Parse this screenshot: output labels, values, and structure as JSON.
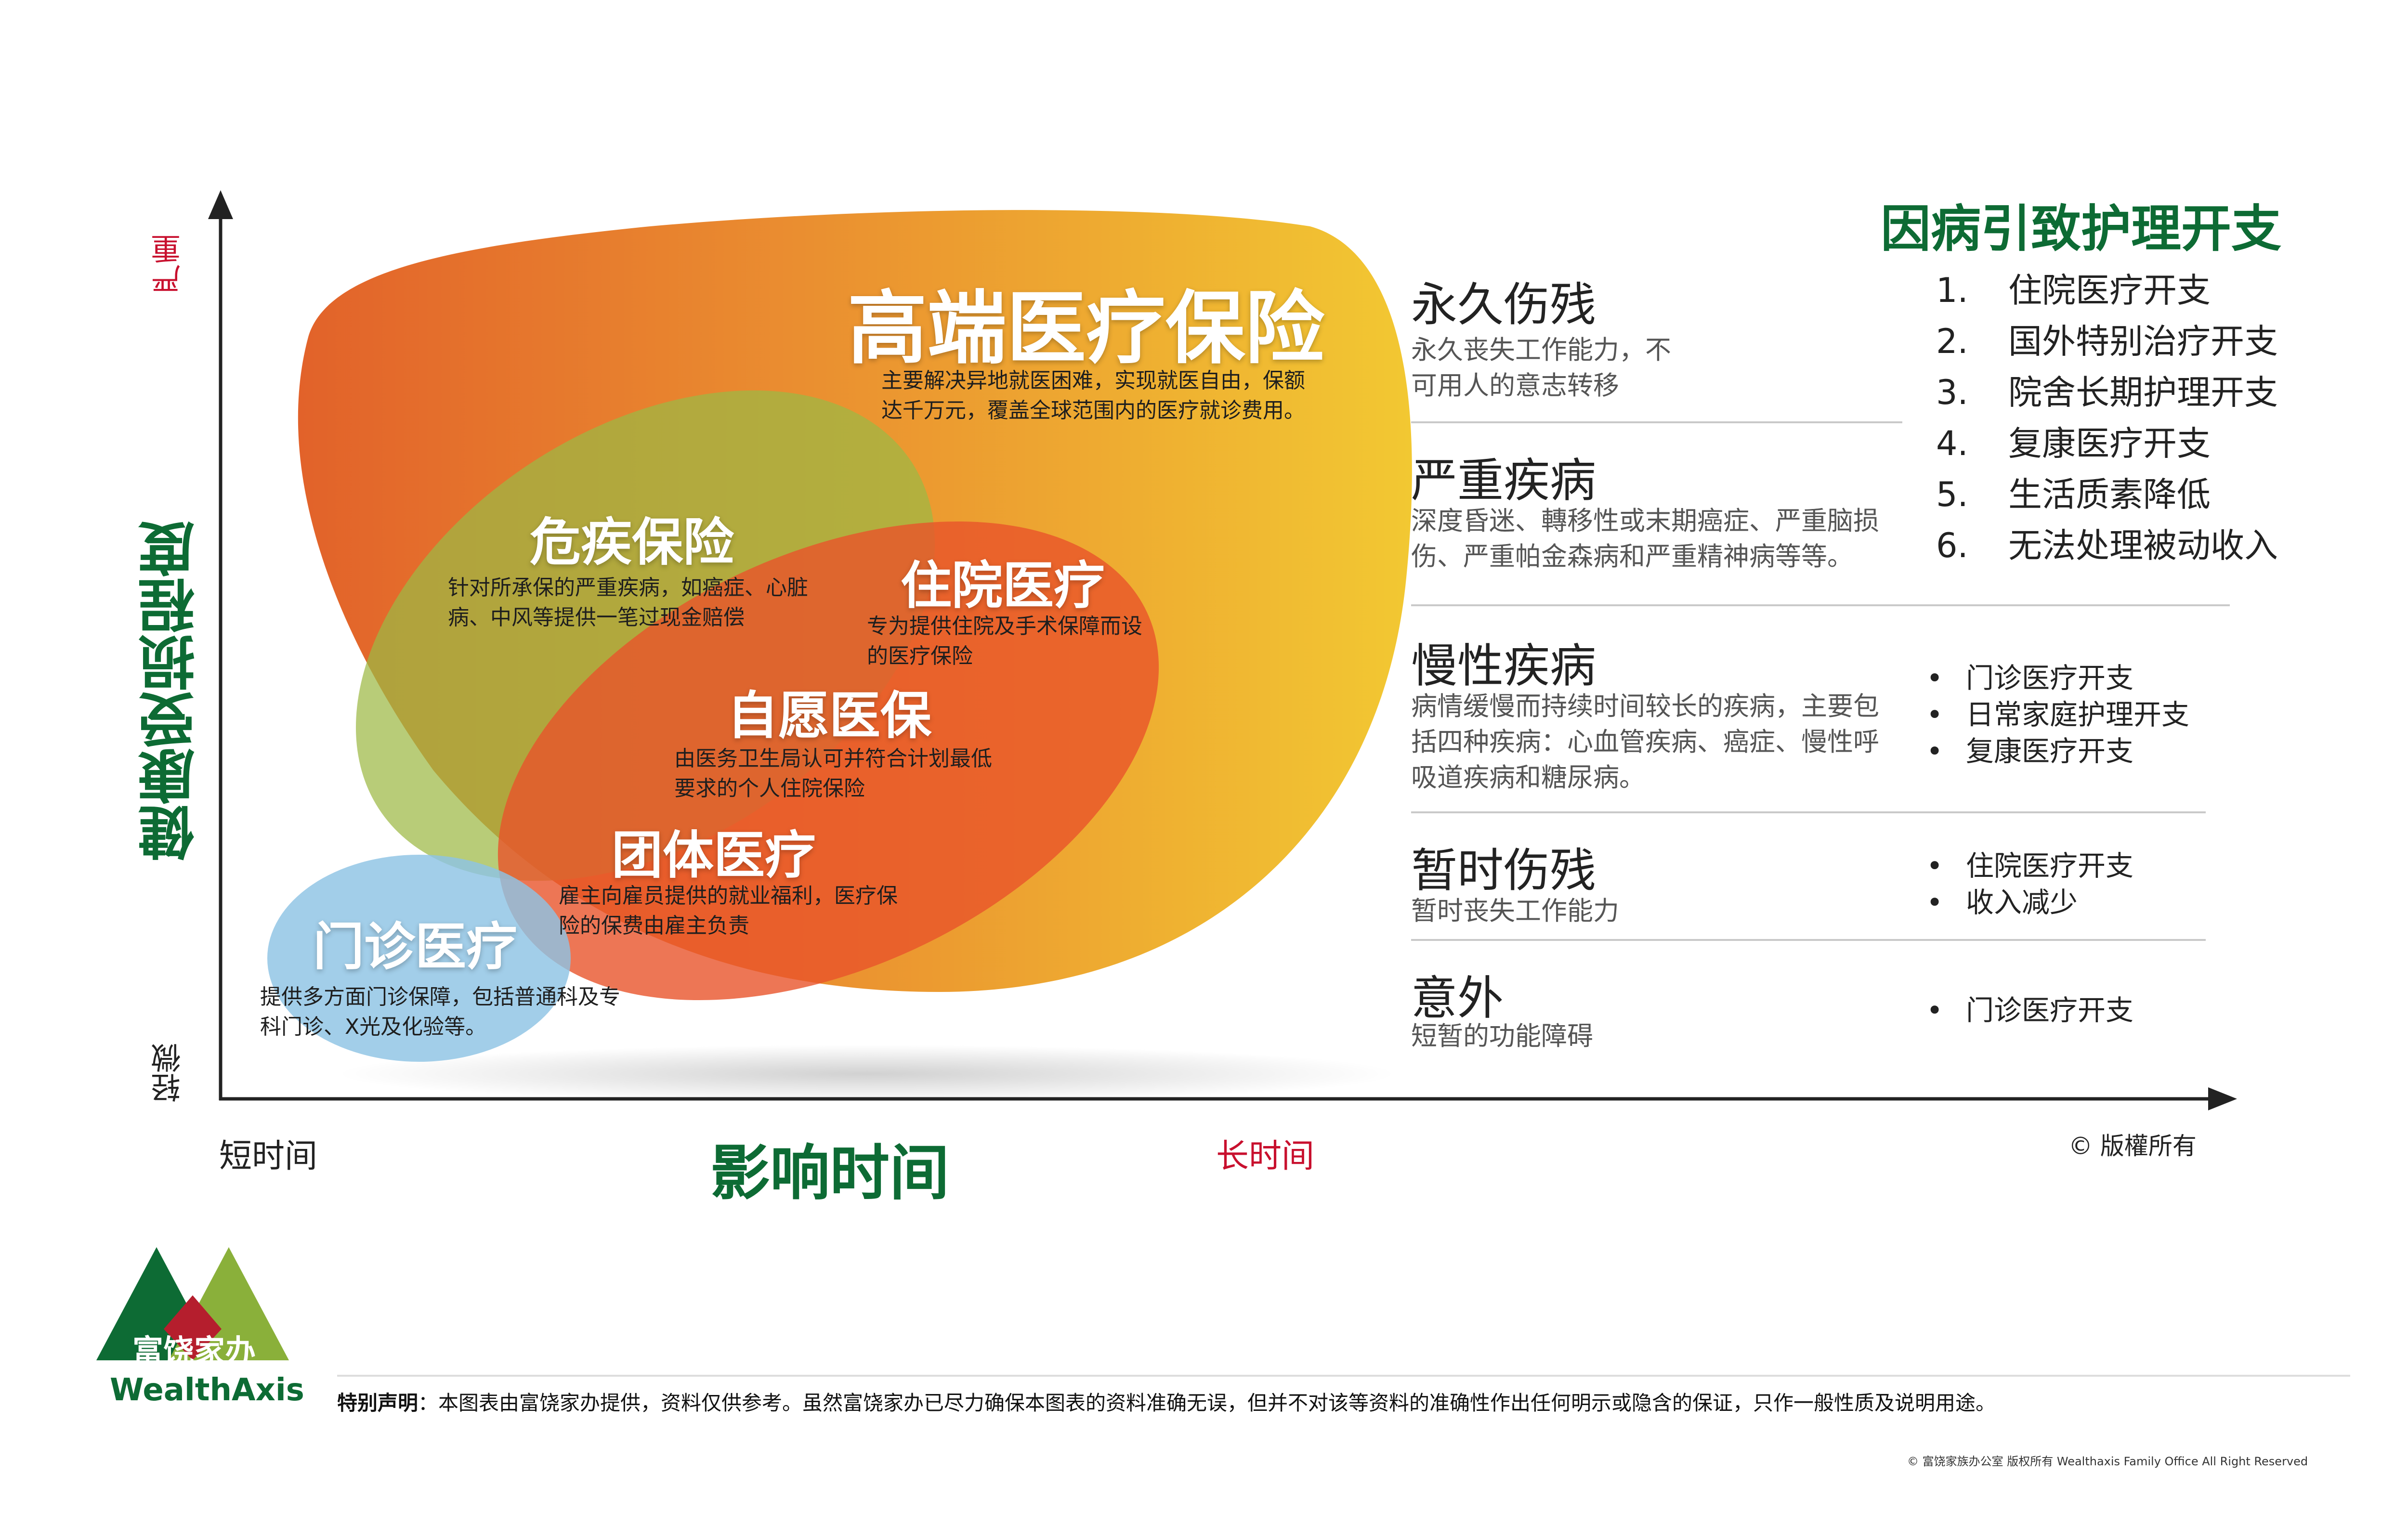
{
  "axes": {
    "y_label": "健康受损程度",
    "y_top": "严重",
    "y_bottom": "轻微",
    "x_label": "影响时间",
    "x_left": "短时间",
    "x_right": "长时间"
  },
  "copyright_short": "© 版權所有",
  "colors": {
    "green": "#0d6b34",
    "red": "#c8102e",
    "orange": "#e8662a",
    "yellow": "#f0c330",
    "olive": "#a6b84a",
    "blue": "#8dc3e4"
  },
  "insurance": {
    "high_end": {
      "title": "高端医疗保险",
      "desc": "主要解决异地就医困难，实现就医自由，保额达千万元，覆盖全球范围内的医疗就诊费用。"
    },
    "critical": {
      "title": "危疾保险",
      "desc": "针对所承保的严重疾病，如癌症、心脏病、中风等提供一笔过现金赔偿"
    },
    "hospital": {
      "title": "住院医疗",
      "desc": "专为提供住院及手术保障而设的医疗保险"
    },
    "vhis": {
      "title": "自愿医保",
      "desc": "由医务卫生局认可并符合计划最低要求的个人住院保险"
    },
    "group": {
      "title": "团体医疗",
      "desc": "雇主向雇员提供的就业福利，医疗保险的保费由雇主负责"
    },
    "outpatient": {
      "title": "门诊医疗",
      "desc": "提供多方面门诊保障，包括普通科及专科门诊、X光及化验等。"
    }
  },
  "conditions": [
    {
      "title": "永久伤残",
      "desc": "永久丧失工作能力，不可用人的意志转移"
    },
    {
      "title": "严重疾病",
      "desc": "深度昏迷、轉移性或末期癌症、严重脑损伤、严重帕金森病和严重精神病等等。"
    },
    {
      "title": "慢性疾病",
      "desc": "病情缓慢而持续时间较长的疾病，主要包括四种疾病：心血管疾病、癌症、慢性呼吸道疾病和糖尿病。"
    },
    {
      "title": "暂时伤残",
      "desc": "暂时丧失工作能力"
    },
    {
      "title": "意外",
      "desc": "短暂的功能障碍"
    }
  ],
  "costs": {
    "title": "因病引致护理开支",
    "items": [
      {
        "num": "1.",
        "text": "住院医疗开支"
      },
      {
        "num": "2.",
        "text": "国外特别治疗开支"
      },
      {
        "num": "3.",
        "text": "院舍长期护理开支"
      },
      {
        "num": "4.",
        "text": "复康医疗开支"
      },
      {
        "num": "5.",
        "text": "生活质素降低"
      },
      {
        "num": "6.",
        "text": "无法处理被动收入"
      }
    ]
  },
  "chronic_costs": [
    "门诊医疗开支",
    "日常家庭护理开支",
    "复康医疗开支"
  ],
  "temporary_costs": [
    "住院医疗开支",
    "收入减少"
  ],
  "accident_costs": [
    "门诊医疗开支"
  ],
  "logo": {
    "cn": "富饶家办",
    "en": "WealthAxis"
  },
  "disclaimer": {
    "label": "特别声明",
    "text": "：本图表由富饶家办提供，资料仅供参考。虽然富饶家办已尽力确保本图表的资料准确无误，但并不对该等资料的准确性作出任何明示或隐含的保证，只作一般性质及说明用途。"
  },
  "footer_copyright": "©  富饶家族办公室 版权所有 Wealthaxis Family Office All Right Reserved"
}
